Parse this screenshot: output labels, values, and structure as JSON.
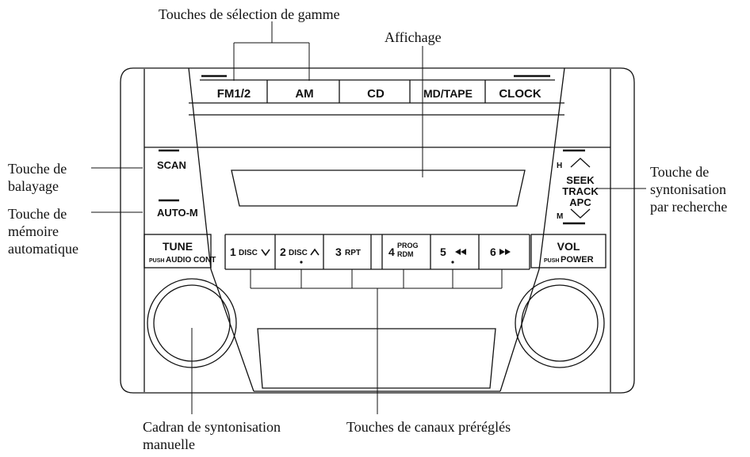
{
  "callouts": {
    "band_keys": "Touches de sélection de gamme",
    "display": "Affichage",
    "scan_key": "Touche de\nbalayage",
    "auto_memory_key": "Touche de\nmémoire\nautomatique",
    "seek_key": "Touche de\nsyntonisation\npar recherche",
    "manual_dial": "Cadran de syntonisation\nmanuelle",
    "preset_keys": "Touches de canaux préréglés"
  },
  "top_buttons": [
    "FM1/2",
    "AM",
    "CD",
    "MD/TAPE",
    "CLOCK"
  ],
  "side_labels": {
    "scan": "SCAN",
    "auto_m": "AUTO-M",
    "h": "H",
    "m": "M",
    "seek": "SEEK",
    "track": "TRACK",
    "apc": "APC"
  },
  "tune": {
    "top": "TUNE",
    "push": "PUSH",
    "bottom": "AUDIO CONT"
  },
  "vol": {
    "top": "VOL",
    "push": "PUSH",
    "bottom": "POWER"
  },
  "presets": {
    "p1": {
      "num": "1",
      "sub": "DISC"
    },
    "p2": {
      "num": "2",
      "sub": "DISC"
    },
    "p3": {
      "num": "3",
      "sub": "RPT"
    },
    "p4": {
      "num": "4",
      "sub_top": "PROG",
      "sub_bottom": "RDM"
    },
    "p5": {
      "num": "5"
    },
    "p6": {
      "num": "6"
    }
  }
}
